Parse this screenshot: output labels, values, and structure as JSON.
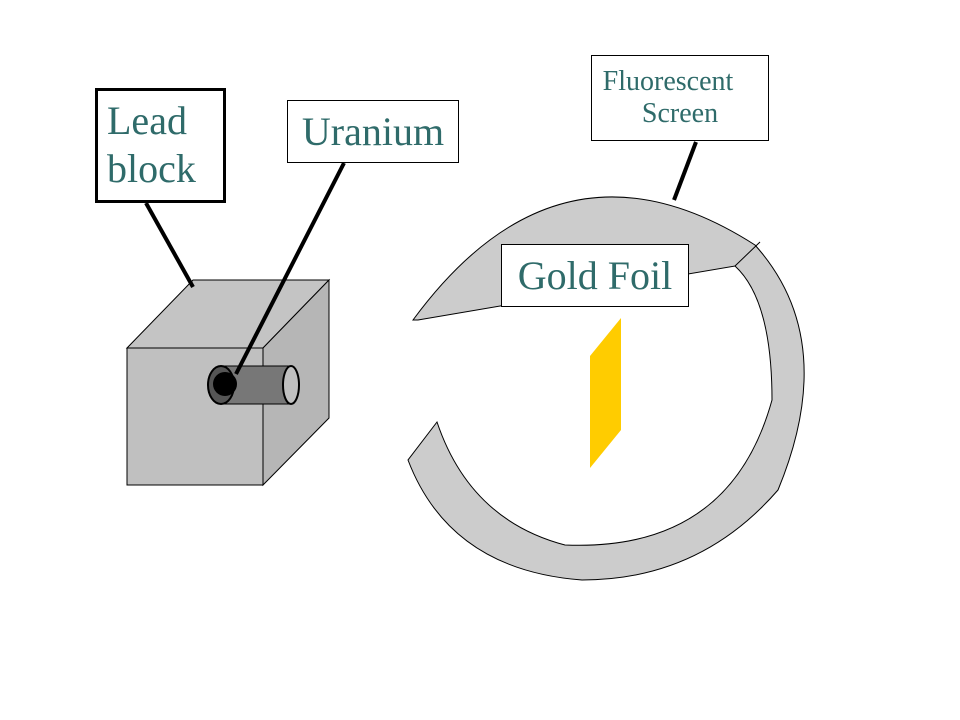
{
  "diagram": {
    "labels": {
      "lead_block": {
        "line1": "Lead",
        "line2": "block"
      },
      "uranium": "Uranium",
      "fluorescent_screen": {
        "line1": "Fluorescent",
        "line2": "Screen"
      },
      "gold_foil": "Gold Foil"
    },
    "colors": {
      "label_text": "#2f6b6a",
      "block_fill": "#c0c0c0",
      "screen_fill": "#cccccc",
      "foil_fill": "#ffcc00",
      "tube_fill": "#777777"
    }
  }
}
